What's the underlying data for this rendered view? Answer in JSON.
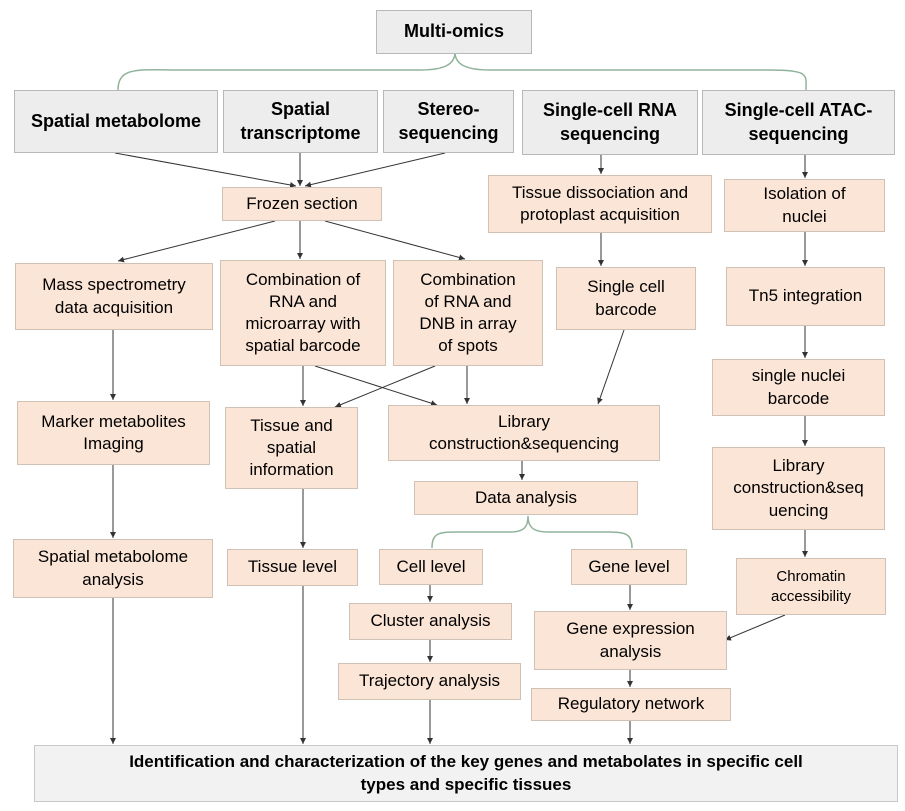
{
  "title": "Multi-omics",
  "columns": {
    "spatial_metabolome": "Spatial metabolome",
    "spatial_transcriptome": "Spatial\ntranscriptome",
    "stereo_sequencing": "Stereo-\nsequencing",
    "scrna_seq": "Single-cell RNA\nsequencing",
    "scatac_seq": "Single-cell ATAC-\nsequencing"
  },
  "nodes": {
    "frozen_section": "Frozen section",
    "mass_spec": "Mass spectrometry\ndata acquisition",
    "rna_microarray": "Combination of\nRNA and\nmicroarray with\nspatial barcode",
    "rna_dnb": "Combination\nof RNA and\nDNB in array\nof spots",
    "marker_metabolites": "Marker metabolites\nImaging",
    "spatial_metabolome_analysis": "Spatial metabolome\nanalysis",
    "tissue_spatial_info": "Tissue and\nspatial\ninformation",
    "tissue_level": "Tissue level",
    "tissue_dissociation": "Tissue dissociation and\nprotoplast acquisition",
    "single_cell_barcode": "Single cell\nbarcode",
    "library_construction": "Library\nconstruction&sequencing",
    "data_analysis": "Data analysis",
    "cell_level": "Cell level",
    "gene_level": "Gene level",
    "cluster_analysis": "Cluster analysis",
    "trajectory_analysis": "Trajectory analysis",
    "gene_expression": "Gene expression\nanalysis",
    "regulatory_network": "Regulatory network",
    "isolation_nuclei": "Isolation of\nnuclei",
    "tn5_integration": "Tn5 integration",
    "single_nuclei_barcode": "single nuclei\nbarcode",
    "library_construction_atac": "Library\nconstruction&seq\nuencing",
    "chromatin_accessibility": "Chromatin\naccessibility"
  },
  "conclusion": "Identification and characterization of the key genes and metabolates in specific cell\ntypes and specific tissues",
  "colors": {
    "node_fill": "#fbe5d6",
    "header_fill": "#ededed",
    "bracket_line": "#8fb39a",
    "arrow": "#333333"
  }
}
